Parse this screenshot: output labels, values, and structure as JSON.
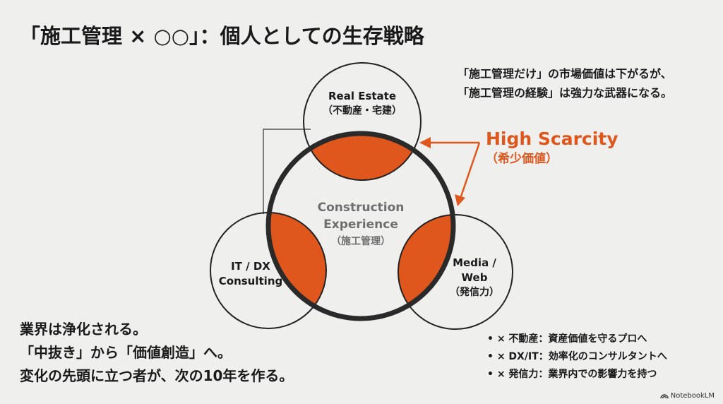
{
  "title": "「施工管理 × ○○」：個人としての生存戦略",
  "quote": {
    "line1": "「施工管理だけ」の市場価値は下がるが、",
    "line2": "「施工管理の経験」は強力な武器になる。"
  },
  "scarcity": {
    "label_en": "High Scarcity",
    "label_jp": "（希少価値）",
    "color": "#e0571d"
  },
  "venn": {
    "center": {
      "line1": "Construction",
      "line2": "Experience",
      "line3": "（施工管理）"
    },
    "top": {
      "line1": "Real Estate",
      "line2": "（不動産・宅建）"
    },
    "left": {
      "line1": "IT / DX",
      "line2": "Consulting"
    },
    "right": {
      "line1": "Media /",
      "line2": "Web",
      "line3": "（発信力）"
    },
    "overlap_color": "#e0571d"
  },
  "message": {
    "line1": "業界は浄化される。",
    "line2": "「中抜き」から「価値創造」へ。",
    "line3": "変化の先頭に立つ者が、次の10年を作る。"
  },
  "bullets": [
    "• × 不動産：資産価値を守るプロへ",
    "• × DX/IT：効率化のコンサルタントへ",
    "• × 発信力：業界内での影響力を持つ"
  ],
  "brand": {
    "icon": "notebooklm-logo-icon",
    "label": "NotebookLM"
  }
}
